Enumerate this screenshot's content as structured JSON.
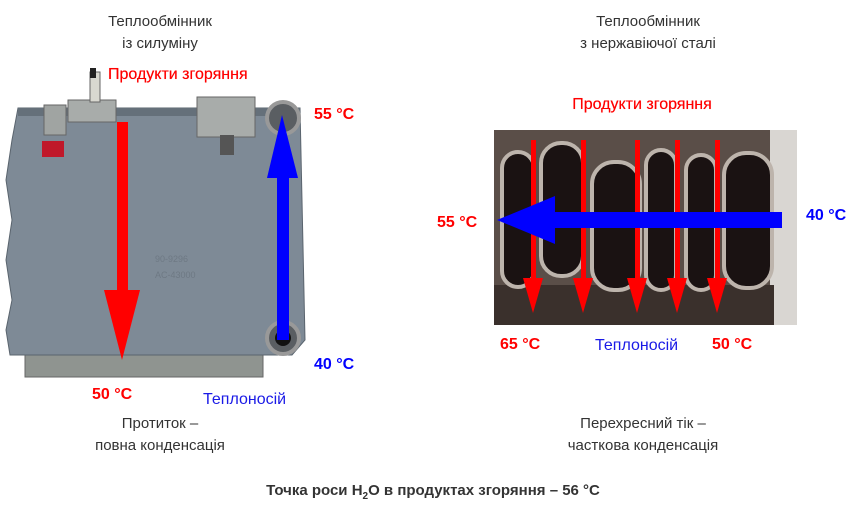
{
  "left": {
    "title": [
      "Теплообмінник",
      "із силуміну"
    ],
    "flue_label": "Продукти згоряння",
    "temp_out_water": "55 °C",
    "temp_in_water": "40 °C",
    "temp_flue_out": "50 °C",
    "coolant_label": "Теплоносій",
    "caption": [
      "Протиток –",
      "повна конденсація"
    ]
  },
  "right": {
    "title": [
      "Теплообмінник",
      "з нержавіючої сталі"
    ],
    "flue_label": "Продукти згоряння",
    "temp_out_water": "55 °C",
    "temp_in_water": "40 °C",
    "temp_flue_hot": "65 °C",
    "temp_flue_cold": "50 °C",
    "coolant_label": "Теплоносій",
    "caption": [
      "Перехресний тік –",
      "часткова конденсація"
    ]
  },
  "footer": {
    "before": "Точка роси H",
    "sub": "2",
    "after": "O в продуктах згоряння – 56 °C"
  },
  "colors": {
    "flue": "#ff0000",
    "water": "#0000ff"
  }
}
